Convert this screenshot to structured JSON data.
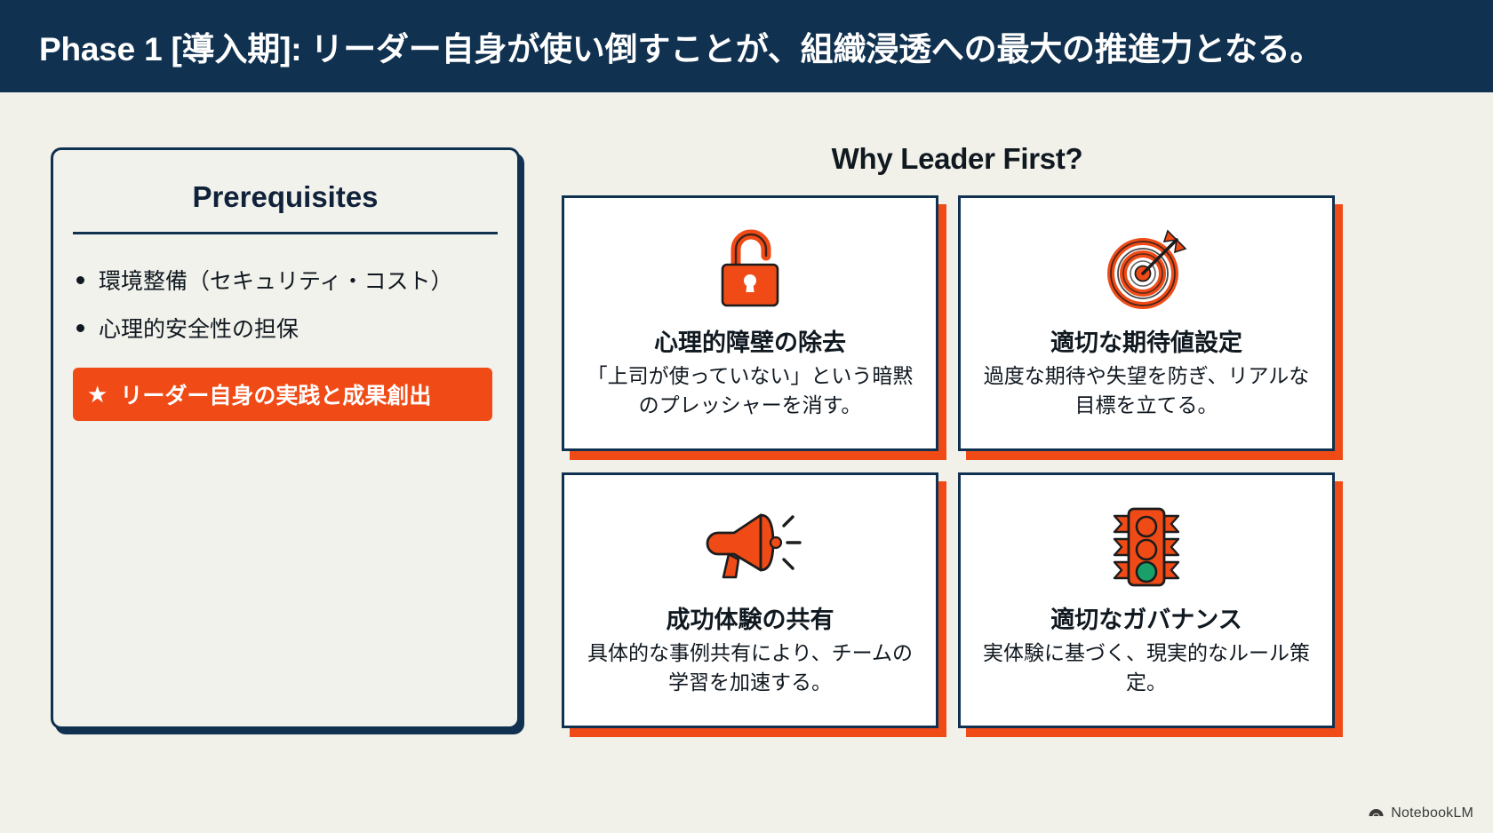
{
  "header": {
    "title": "Phase 1 [導入期]: リーダー自身が使い倒すことが、組織浸透への最大の推進力となる。",
    "background_color": "#10314f",
    "text_color": "#ffffff"
  },
  "colors": {
    "navy": "#10314f",
    "orange": "#f04b16",
    "green": "#19a06a",
    "page_background": "#f1f1ea",
    "card_background": "#ffffff"
  },
  "left_panel": {
    "title": "Prerequisites",
    "items": [
      {
        "label": "環境整備（セキュリティ・コスト）"
      },
      {
        "label": "心理的安全性の担保"
      }
    ],
    "highlight": {
      "star": "★",
      "label": "リーダー自身の実践と成果創出"
    }
  },
  "right_section": {
    "title": "Why Leader First?",
    "cards": [
      {
        "icon": "open-padlock-icon",
        "title": "心理的障壁の除去",
        "description": "「上司が使っていない」という暗黙のプレッシャーを消す。"
      },
      {
        "icon": "target-dartboard-icon",
        "title": "適切な期待値設定",
        "description": "過度な期待や失望を防ぎ、リアルな目標を立てる。"
      },
      {
        "icon": "megaphone-icon",
        "title": "成功体験の共有",
        "description": "具体的な事例共有により、チームの学習を加速する。"
      },
      {
        "icon": "traffic-light-icon",
        "title": "適切なガバナンス",
        "description": "実体験に基づく、現実的なルール策定。"
      }
    ]
  },
  "watermark": {
    "label": "NotebookLM",
    "icon": "notebooklm-icon"
  }
}
